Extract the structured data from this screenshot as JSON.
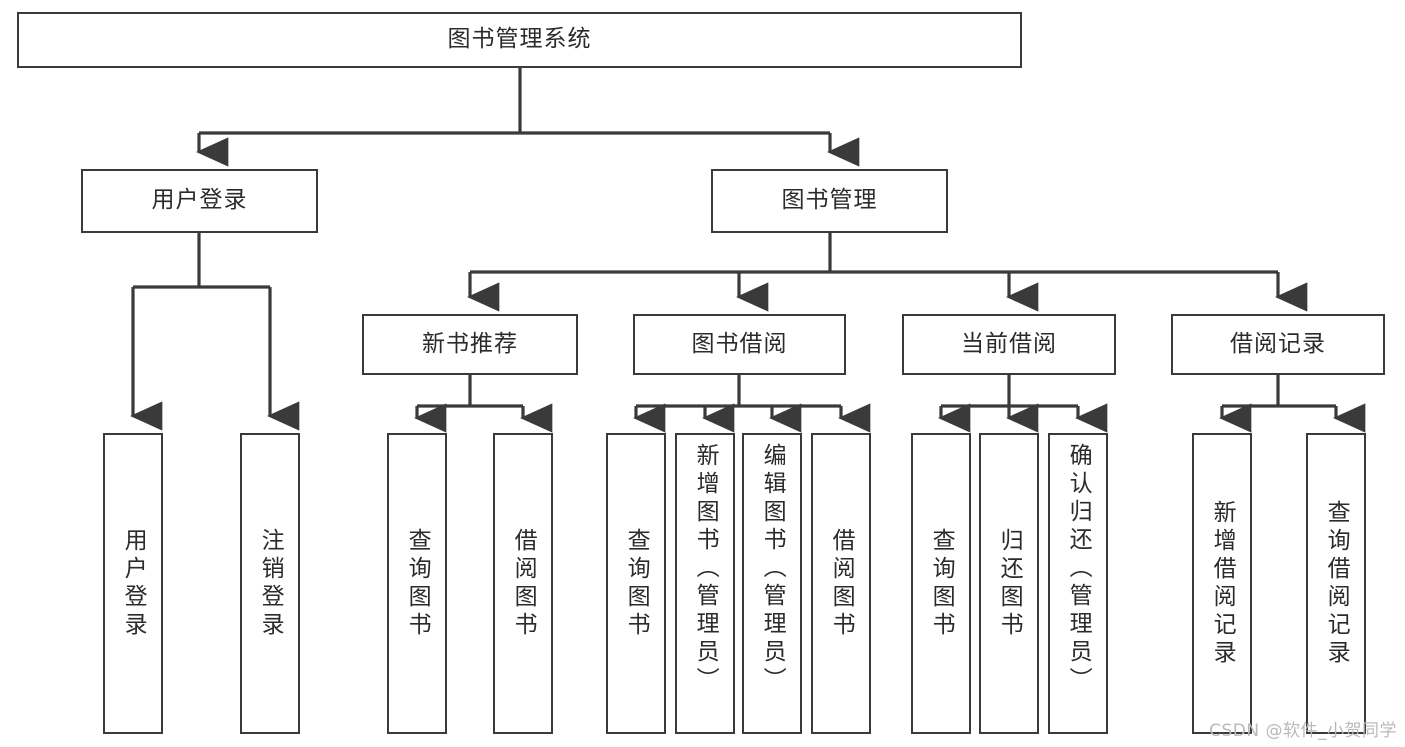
{
  "diagram": {
    "title": "图书管理系统",
    "watermark": "CSDN @软件_小贺同学",
    "colors": {
      "stroke": "#3a3a3a",
      "text": "#2b2b2b",
      "background": "#ffffff",
      "watermark": "#b9b9b9"
    },
    "root": {
      "label": "图书管理系统"
    },
    "level2": [
      {
        "label": "用户登录"
      },
      {
        "label": "图书管理"
      }
    ],
    "level3": [
      {
        "label": "新书推荐"
      },
      {
        "label": "图书借阅"
      },
      {
        "label": "当前借阅"
      },
      {
        "label": "借阅记录"
      }
    ],
    "leaves": {
      "user_login": [
        {
          "label": "用户登录"
        },
        {
          "label": "注销登录"
        }
      ],
      "new_book": [
        {
          "label": "查询图书"
        },
        {
          "label": "借阅图书"
        }
      ],
      "book_borrow": [
        {
          "label": "查询图书"
        },
        {
          "label": "新增图书（管理员）"
        },
        {
          "label": "编辑图书（管理员）"
        },
        {
          "label": "借阅图书"
        }
      ],
      "current_borrow": [
        {
          "label": "查询图书"
        },
        {
          "label": "归还图书"
        },
        {
          "label": "确认归还（管理员）"
        }
      ],
      "borrow_record": [
        {
          "label": "新增借阅记录"
        },
        {
          "label": "查询借阅记录"
        }
      ]
    }
  }
}
